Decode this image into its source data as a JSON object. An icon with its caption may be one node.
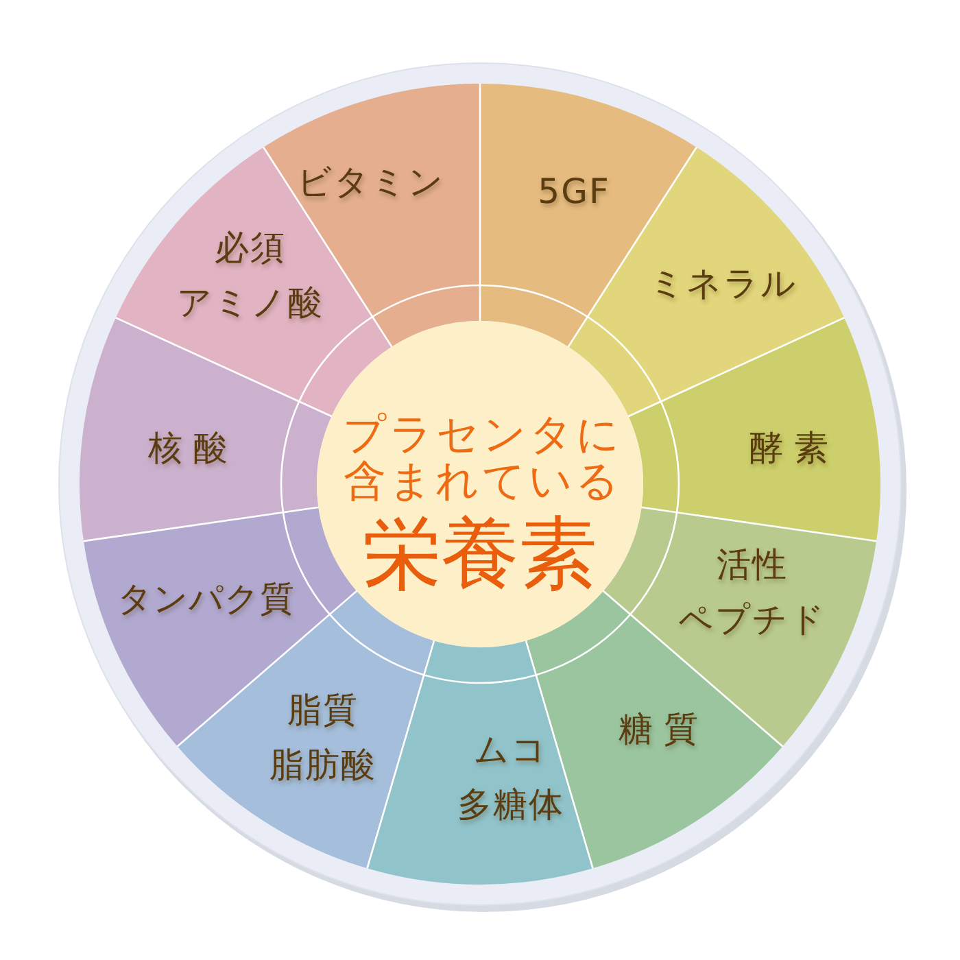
{
  "diagram": {
    "nodes": [
      {
        "text": [
          "プラセンタに含まれている",
          "栄養素"
        ]
      },
      {
        "text": [
          "ビタミン"
        ]
      },
      {
        "text": [
          "5GF"
        ]
      },
      {
        "text": [
          "ミネラル"
        ]
      },
      {
        "text": [
          "酵素"
        ]
      },
      {
        "text": [
          "活性ペプチド"
        ]
      },
      {
        "text": [
          "糖質"
        ]
      },
      {
        "text": [
          "ムコ多糖体"
        ]
      },
      {
        "text": [
          "脂質脂肪酸"
        ]
      },
      {
        "text": [
          "タンパク質"
        ]
      },
      {
        "text": [
          "核酸"
        ]
      },
      {
        "text": [
          "必須アミノ酸"
        ]
      }
    ]
  }
}
